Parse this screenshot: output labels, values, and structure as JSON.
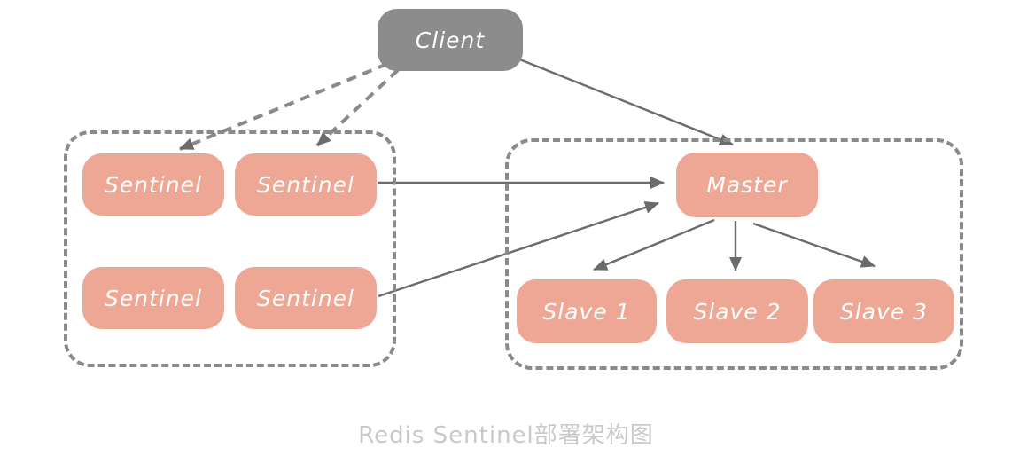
{
  "title_caption": "Redis Sentinel部署架构图",
  "colors": {
    "node_fill": "#efa795",
    "client_fill": "#8c8c8c",
    "group_border": "#8a8a8a",
    "arrow": "#6b6b6b",
    "caption": "#c9c9c9",
    "node_text": "#ffffff"
  },
  "diagram": {
    "client": {
      "label": "Client"
    },
    "sentinel_group": {
      "sentinels": [
        {
          "label": "Sentinel"
        },
        {
          "label": "Sentinel"
        },
        {
          "label": "Sentinel"
        },
        {
          "label": "Sentinel"
        }
      ]
    },
    "replication_group": {
      "master": {
        "label": "Master"
      },
      "slaves": [
        {
          "label": "Slave 1"
        },
        {
          "label": "Slave 2"
        },
        {
          "label": "Slave 3"
        }
      ]
    },
    "edges": [
      {
        "from": "client",
        "to": "sentinel-1",
        "style": "dashed"
      },
      {
        "from": "client",
        "to": "sentinel-2",
        "style": "dashed"
      },
      {
        "from": "client",
        "to": "master",
        "style": "solid"
      },
      {
        "from": "sentinel-2",
        "to": "master",
        "style": "solid"
      },
      {
        "from": "sentinel-4",
        "to": "master",
        "style": "solid"
      },
      {
        "from": "master",
        "to": "slave-1",
        "style": "solid"
      },
      {
        "from": "master",
        "to": "slave-2",
        "style": "solid"
      },
      {
        "from": "master",
        "to": "slave-3",
        "style": "solid"
      }
    ]
  }
}
